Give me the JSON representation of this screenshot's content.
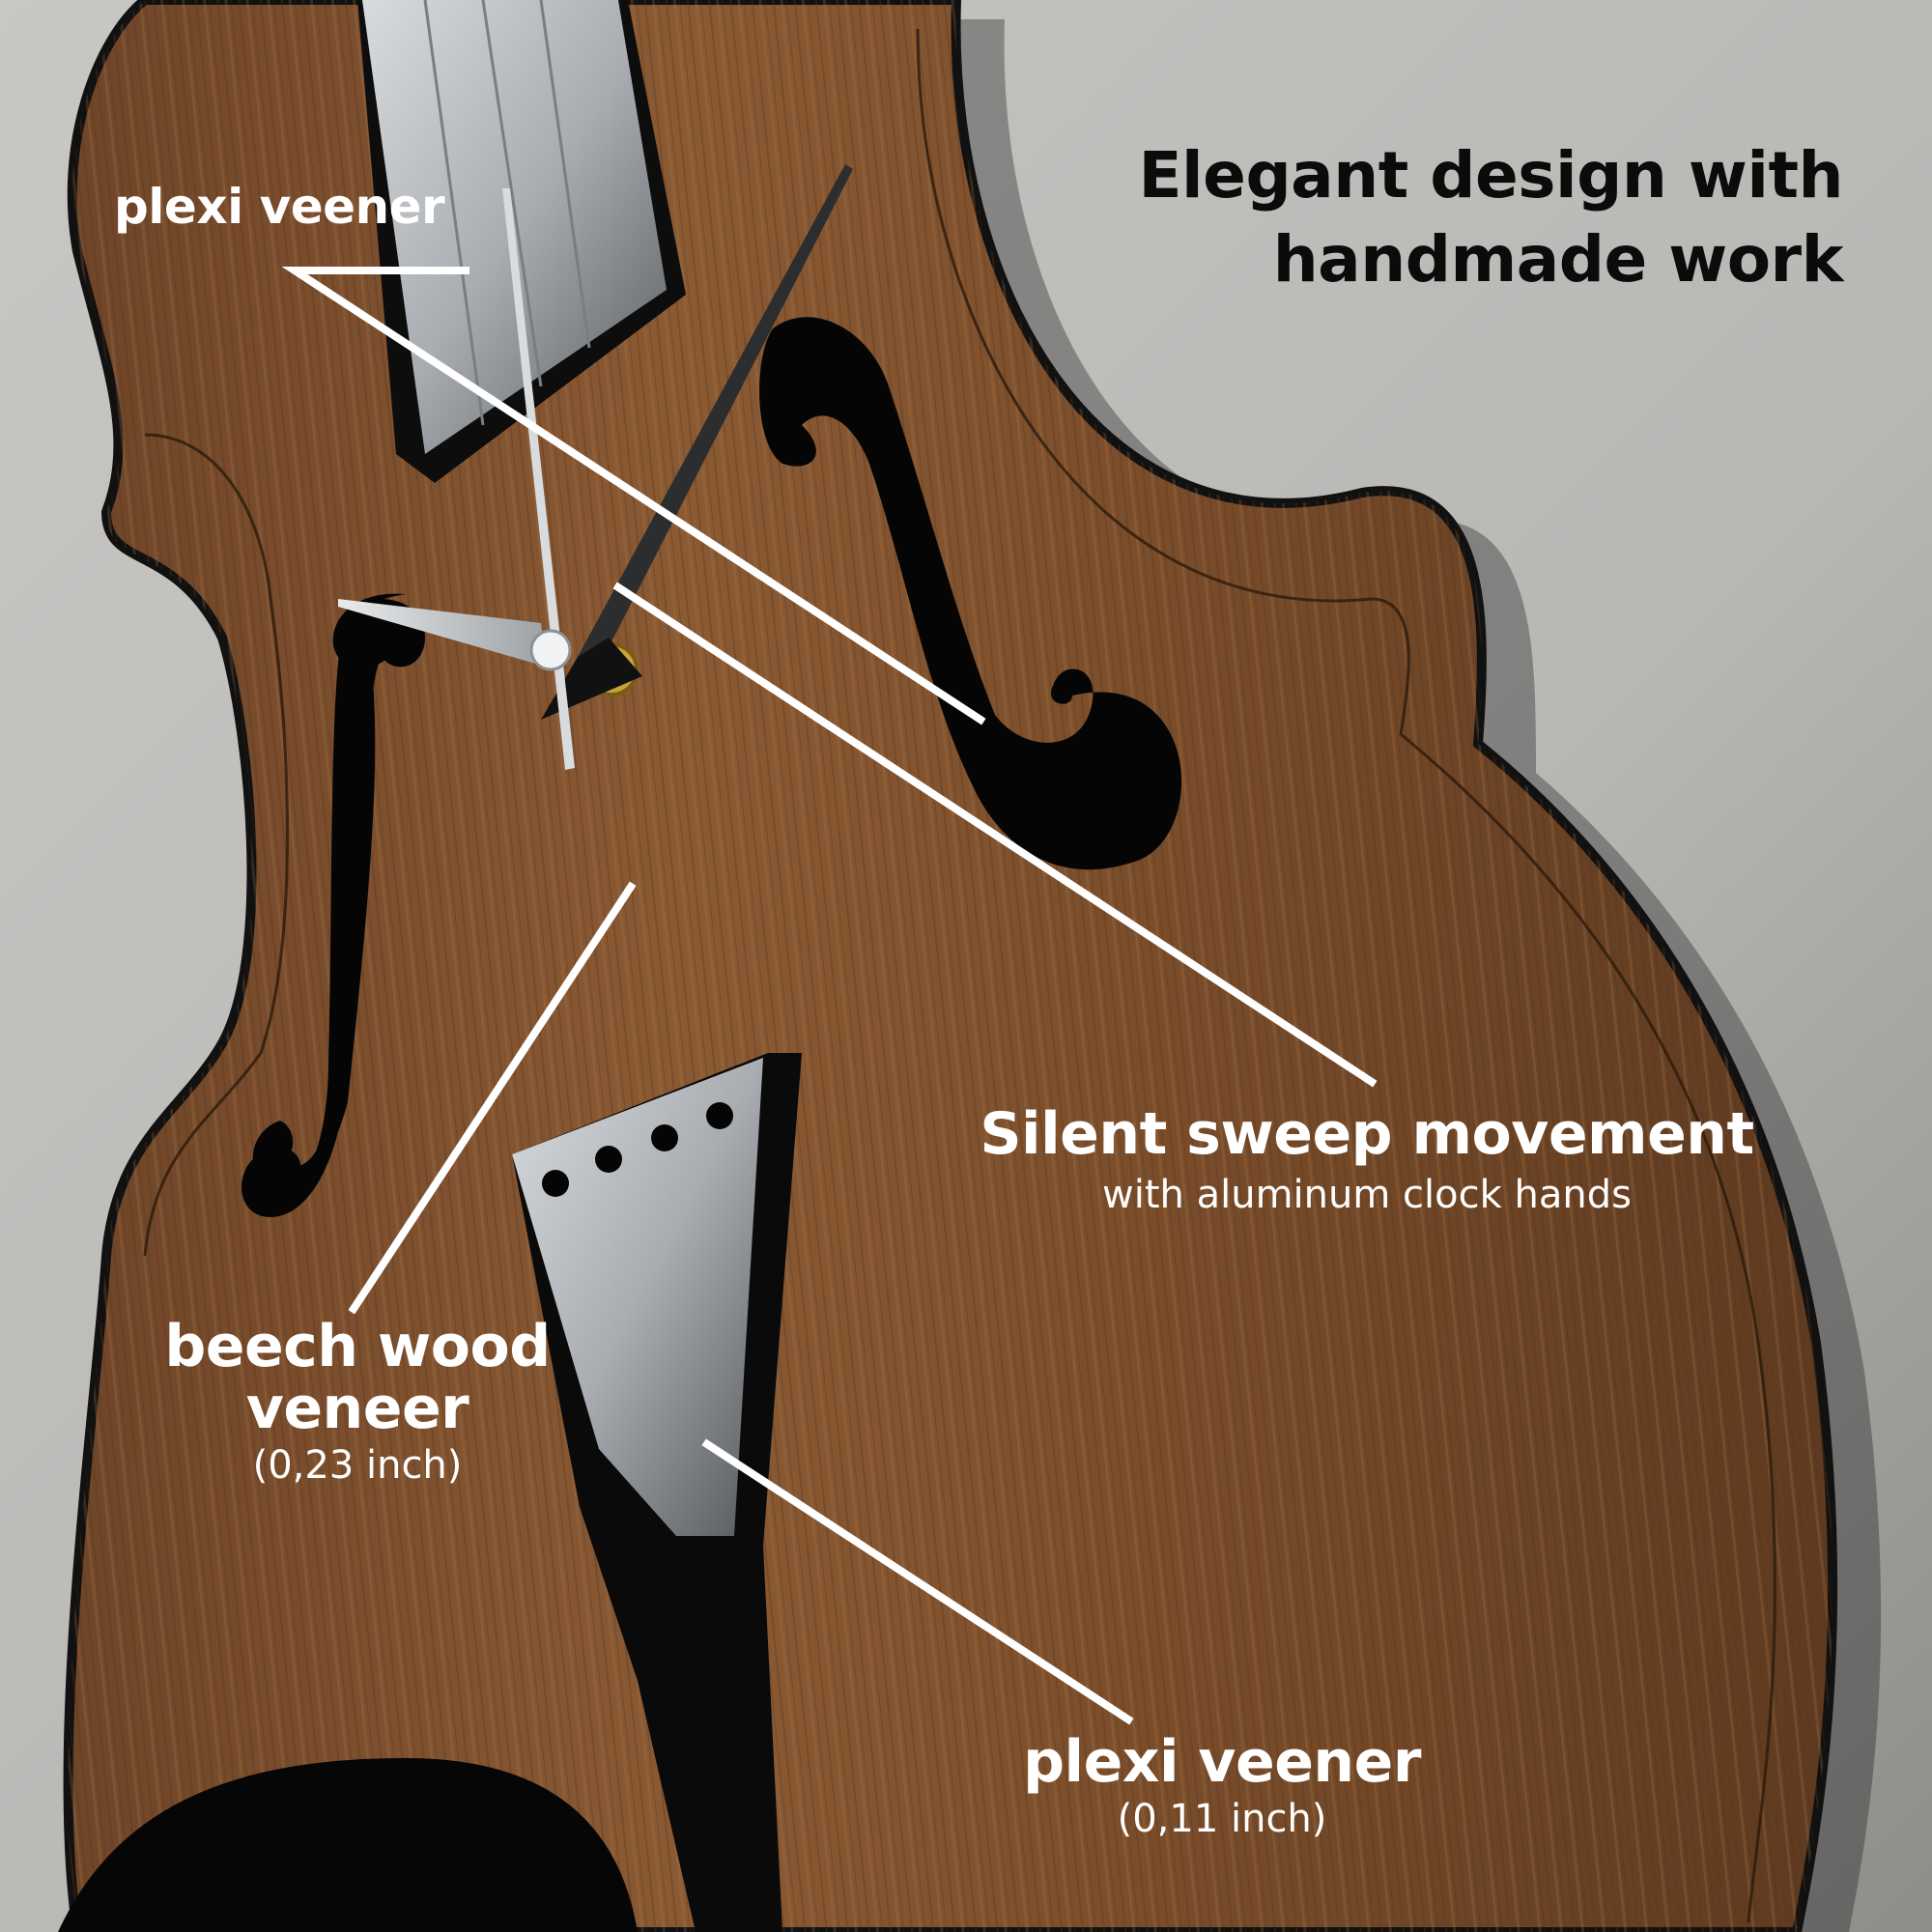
{
  "headline": {
    "line1": "Elegant design with",
    "line2": "handmade work",
    "color": "#0b0b0b"
  },
  "callouts": [
    {
      "id": "plexi-top",
      "title": "plexi veener",
      "subtitle": ""
    },
    {
      "id": "movement",
      "title": "Silent sweep movement",
      "subtitle": "with aluminum clock hands"
    },
    {
      "id": "beech",
      "title_line1": "beech wood",
      "title_line2": "veneer",
      "subtitle": "(0,23 inch)"
    },
    {
      "id": "plexi-bottom",
      "title": "plexi veener",
      "subtitle": "(0,11 inch)"
    }
  ],
  "colors": {
    "wall": "#bdbbb8",
    "wood": "#7a4e2c",
    "wood_light": "#9a6a40",
    "plexi": "#0d0d0d",
    "hands": "#cfd2d4",
    "brass": "#c9a23a",
    "callout_line": "#ffffff"
  }
}
